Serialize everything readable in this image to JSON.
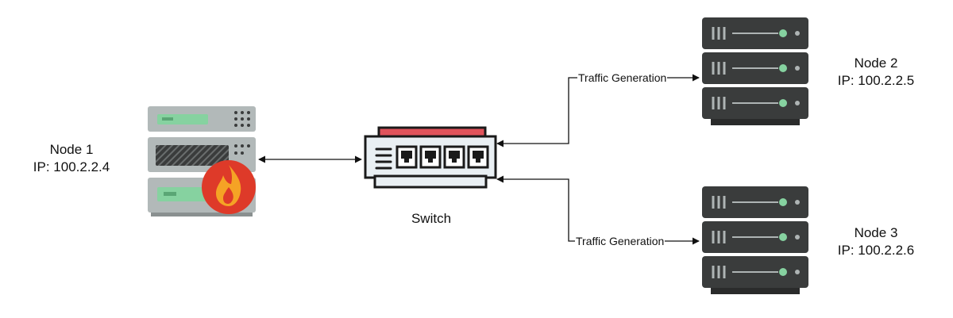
{
  "nodes": [
    {
      "name": "Node 1",
      "ip": "IP: 100.2.2.4",
      "icon": "firewall-server-icon"
    },
    {
      "name": "Node 2",
      "ip": "IP: 100.2.2.5",
      "icon": "server-rack-icon"
    },
    {
      "name": "Node 3",
      "ip": "IP: 100.2.2.6",
      "icon": "server-rack-icon"
    }
  ],
  "switch": {
    "label": "Switch",
    "icon": "network-switch-icon"
  },
  "edges": [
    {
      "from": "Node 1",
      "to": "Switch",
      "label": ""
    },
    {
      "from": "Switch",
      "to": "Node 2",
      "label": "Traffic Generation"
    },
    {
      "from": "Switch",
      "to": "Node 3",
      "label": "Traffic Generation"
    }
  ],
  "colors": {
    "server_gray": "#b2b9b9",
    "server_dark": "#3a3c3c",
    "drive_green": "#86d2a0",
    "firewall_red": "#de3a29",
    "flame_orange": "#f5a325",
    "switch_red": "#e0535b",
    "switch_body": "#e9eff3",
    "outline": "#1a1a1a"
  }
}
